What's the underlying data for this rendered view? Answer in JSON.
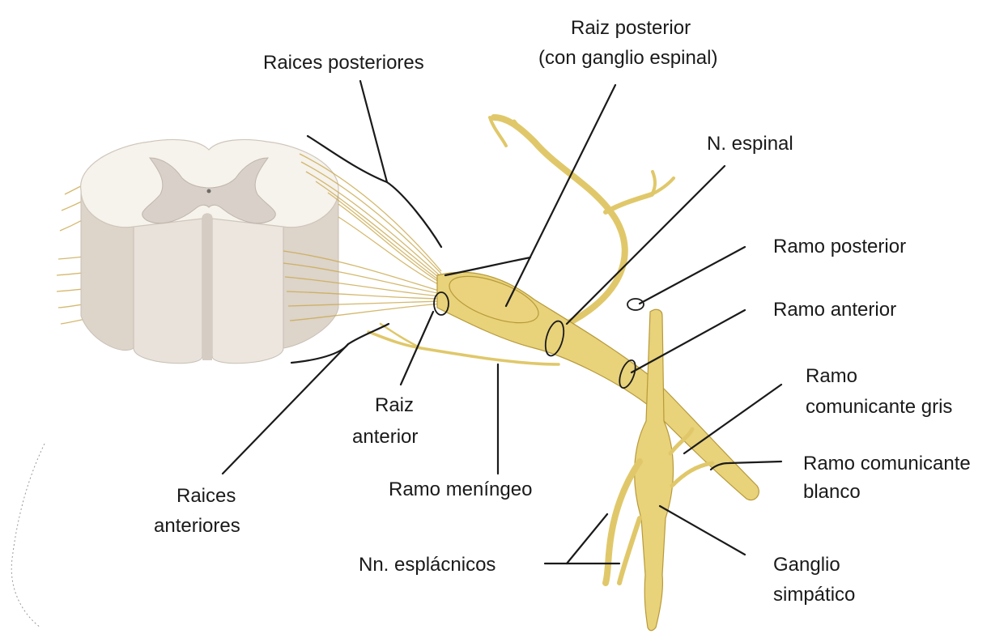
{
  "diagram": {
    "labels": {
      "raices_posteriores": "Raices posteriores",
      "raiz_posterior_1": "Raiz posterior",
      "raiz_posterior_2": "(con ganglio espinal)",
      "n_espinal": "N. espinal",
      "ramo_posterior": "Ramo posterior",
      "ramo_anterior": "Ramo anterior",
      "ramo_gris_1": "Ramo",
      "ramo_gris_2": "comunicante gris",
      "ramo_blanco_1": "Ramo comunicante",
      "ramo_blanco_2": "blanco",
      "ganglio_1": "Ganglio",
      "ganglio_2": "simpático",
      "nn_esplacnicos": "Nn. esplácnicos",
      "ramo_meningeo": "Ramo meníngeo",
      "raiz_anterior_1": "Raiz",
      "raiz_anterior_2": "anterior",
      "raices_anteriores_1": "Raices",
      "raices_anteriores_2": "anteriores"
    },
    "colors": {
      "nerve": "#e8d27a",
      "nerve_outline": "#b89a3a",
      "white_matter": "#f4f0ea",
      "gray_matter": "#d6cfc8",
      "cord_side": "#ece6df",
      "leader": "#1a1a1a"
    }
  }
}
